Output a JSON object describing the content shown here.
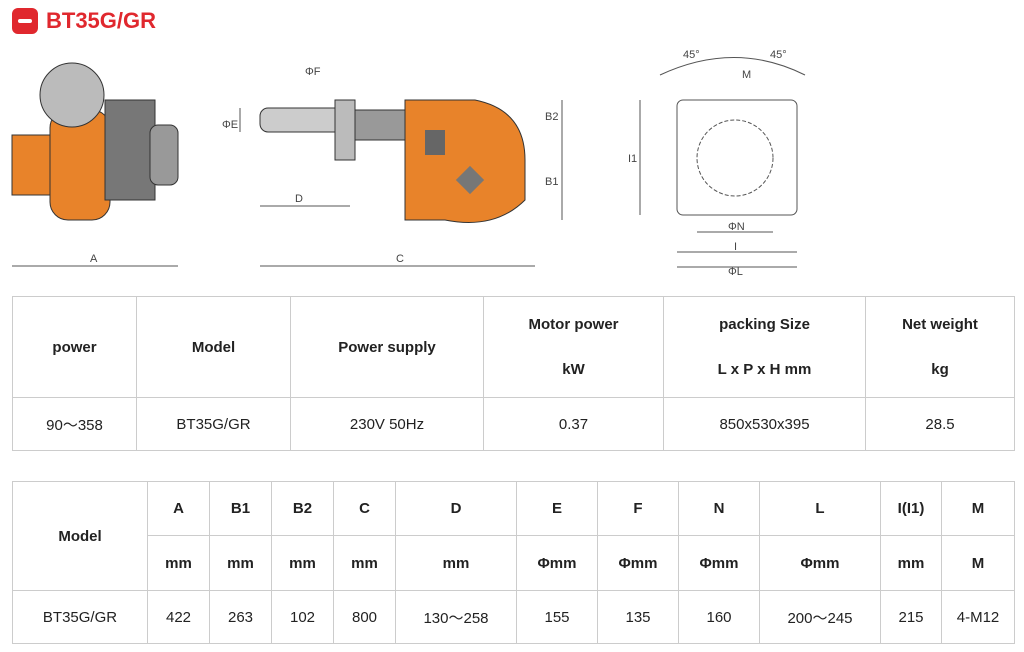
{
  "title": "BT35G/GR",
  "drawing_labels": {
    "A": "A",
    "B1": "B1",
    "B2": "B2",
    "C": "C",
    "D": "D",
    "E": "ΦE",
    "F": "ΦF",
    "angle1": "45°",
    "angle2": "45°",
    "M": "M",
    "I1": "I1",
    "N": "ΦN",
    "I": "I",
    "L": "ΦL"
  },
  "table1": {
    "headers": [
      "power",
      "Model",
      "Power supply",
      [
        "Motor power",
        "kW"
      ],
      [
        "packing Size",
        "L x P x H mm"
      ],
      [
        "Net weight",
        "kg"
      ]
    ],
    "row": [
      "90～358",
      "BT35G/GR",
      "230V 50Hz",
      "0.37",
      "850x530x395",
      "28.5"
    ]
  },
  "table2": {
    "model_header": "Model",
    "headers": [
      "A",
      "B1",
      "B2",
      "C",
      "D",
      "E",
      "F",
      "N",
      "L",
      "I(I1)",
      "M"
    ],
    "units": [
      "mm",
      "mm",
      "mm",
      "mm",
      "mm",
      "Φmm",
      "Φmm",
      "Φmm",
      "Φmm",
      "mm",
      "M"
    ],
    "row": [
      "BT35G/GR",
      "422",
      "263",
      "102",
      "800",
      "130～258",
      "155",
      "135",
      "160",
      "200～245",
      "215",
      "4-M12"
    ]
  }
}
